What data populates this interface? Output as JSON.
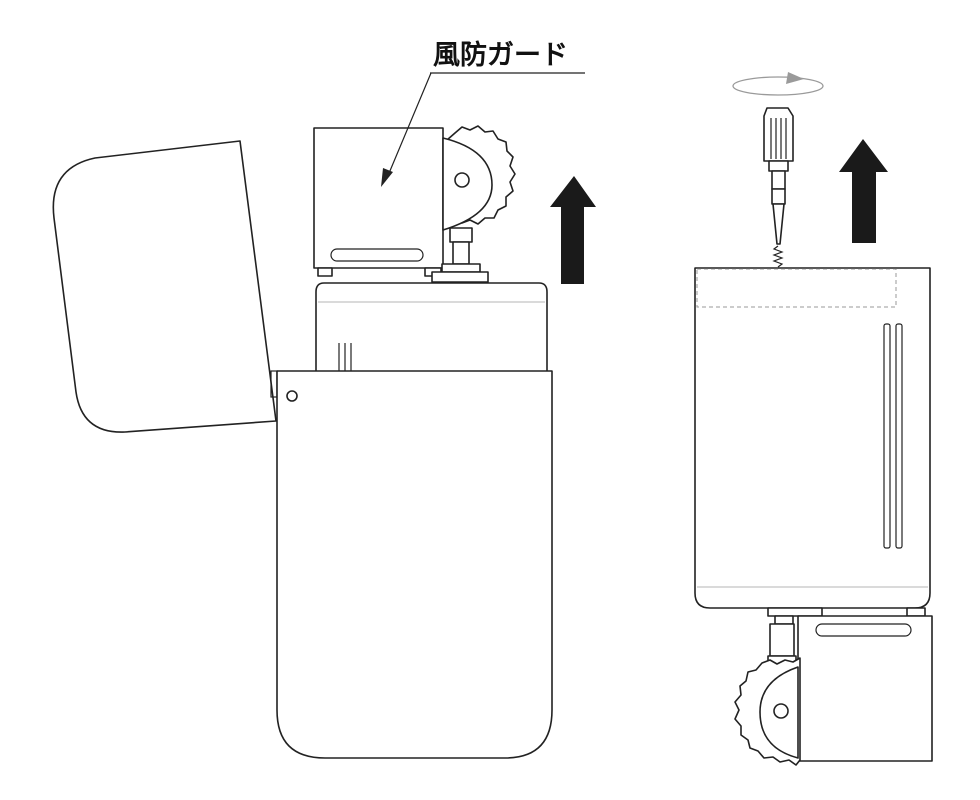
{
  "callout": {
    "label": "風防ガード",
    "target": "wind-guard"
  },
  "arrows": {
    "color": "#1a1a1a",
    "direction": "up"
  },
  "rotation_indicator": {
    "color": "#9a9a9a"
  },
  "line_color": "#222222"
}
